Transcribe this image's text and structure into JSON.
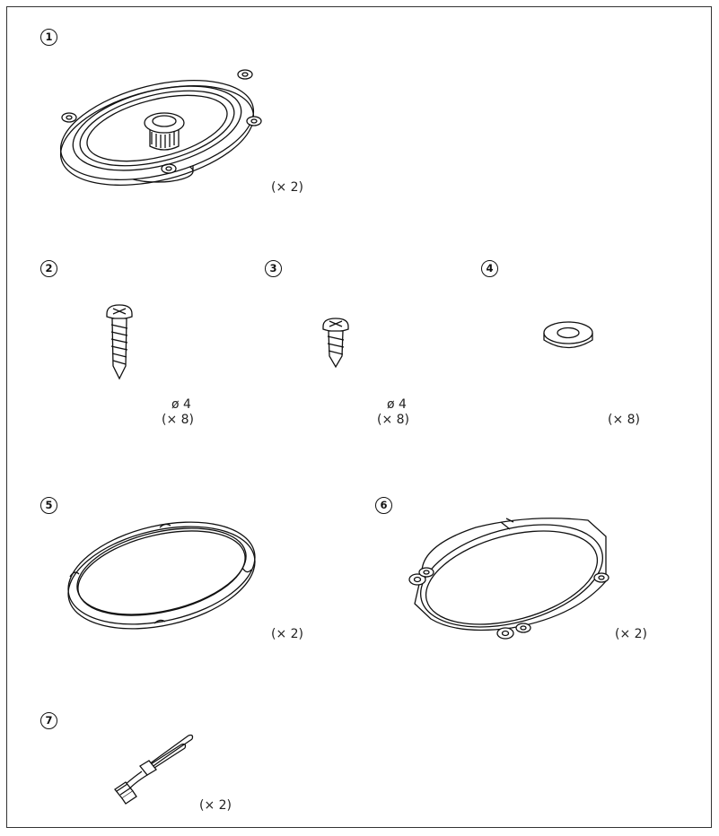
{
  "items": [
    {
      "number": "1",
      "quantity": "(× 2)",
      "icon": "coaxial-speaker-icon"
    },
    {
      "number": "2",
      "quantity": "(× 8)",
      "size": "ø 4",
      "icon": "long-tapping-screw-icon"
    },
    {
      "number": "3",
      "quantity": "(× 8)",
      "size": "ø 4",
      "icon": "short-tapping-screw-icon"
    },
    {
      "number": "4",
      "quantity": "(× 8)",
      "icon": "washer-icon"
    },
    {
      "number": "5",
      "quantity": "(× 2)",
      "icon": "gasket-ring-icon"
    },
    {
      "number": "6",
      "quantity": "(× 2)",
      "icon": "mounting-bracket-icon"
    },
    {
      "number": "7",
      "quantity": "(× 2)",
      "icon": "wire-harness-icon"
    }
  ]
}
